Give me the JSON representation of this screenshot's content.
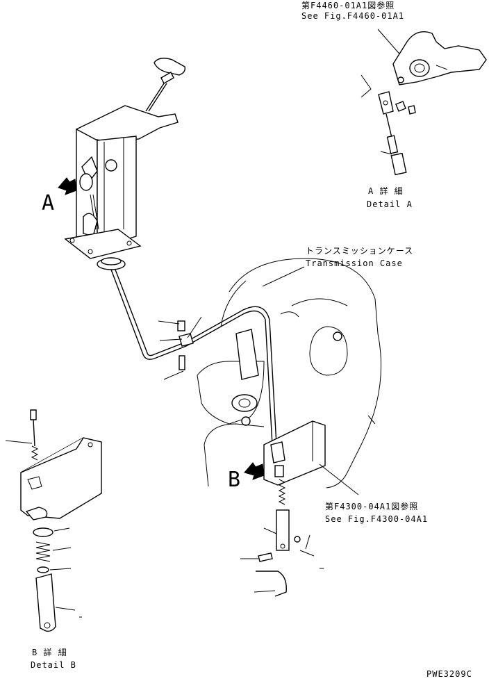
{
  "callouts": {
    "fig_f4460_jp": "第F4460-01A1図参照",
    "fig_f4460_en": "See Fig.F4460-01A1",
    "transmission_jp": "トランスミッションケース",
    "transmission_en": "Transmission Case",
    "fig_f4300_jp": "第F4300-04A1図参照",
    "fig_f4300_en": "See Fig.F4300-04A1"
  },
  "views": {
    "view_a_letter": "A",
    "view_b_letter": "B",
    "detail_a_jp": "A 詳 細",
    "detail_a_en": "Detail A",
    "detail_b_jp": "B 詳 細",
    "detail_b_en": "Detail B"
  },
  "drawing_code": "PWE3209C",
  "colors": {
    "line": "#000000",
    "background": "#ffffff"
  }
}
